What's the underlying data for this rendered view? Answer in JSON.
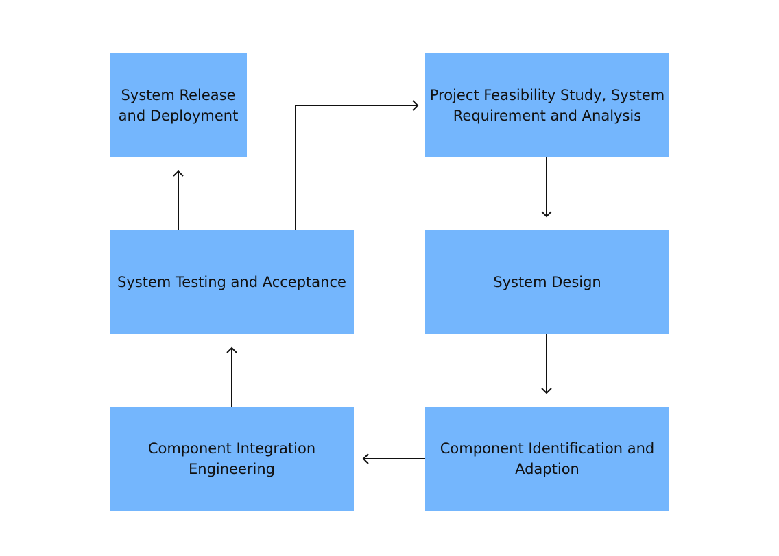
{
  "diagram": {
    "nodes": {
      "release": "System Release and Deployment",
      "feasibility": "Project Feasibility Study, System Requirement and Analysis",
      "design": "System Design",
      "identification": "Component Identification and Adaption",
      "integration": "Component Integration Engineering",
      "testing": "System Testing and Acceptance"
    },
    "lines": {
      "release": [
        "System Release",
        "and Deployment"
      ],
      "feasibility": [
        "Project Feasibility Study, System",
        "Requirement and Analysis"
      ],
      "design": [
        "System Design"
      ],
      "identification": [
        "Component Identification and",
        "Adaption"
      ],
      "integration": [
        "Component Integration",
        "Engineering"
      ],
      "testing": [
        "System Testing and Acceptance"
      ]
    },
    "edges": [
      {
        "from": "feasibility",
        "to": "design"
      },
      {
        "from": "design",
        "to": "identification"
      },
      {
        "from": "identification",
        "to": "integration"
      },
      {
        "from": "integration",
        "to": "testing"
      },
      {
        "from": "testing",
        "to": "release"
      },
      {
        "from": "testing",
        "to": "feasibility"
      }
    ],
    "colors": {
      "box_fill": "#74b6fd",
      "line": "#111111",
      "background": "#ffffff"
    }
  }
}
